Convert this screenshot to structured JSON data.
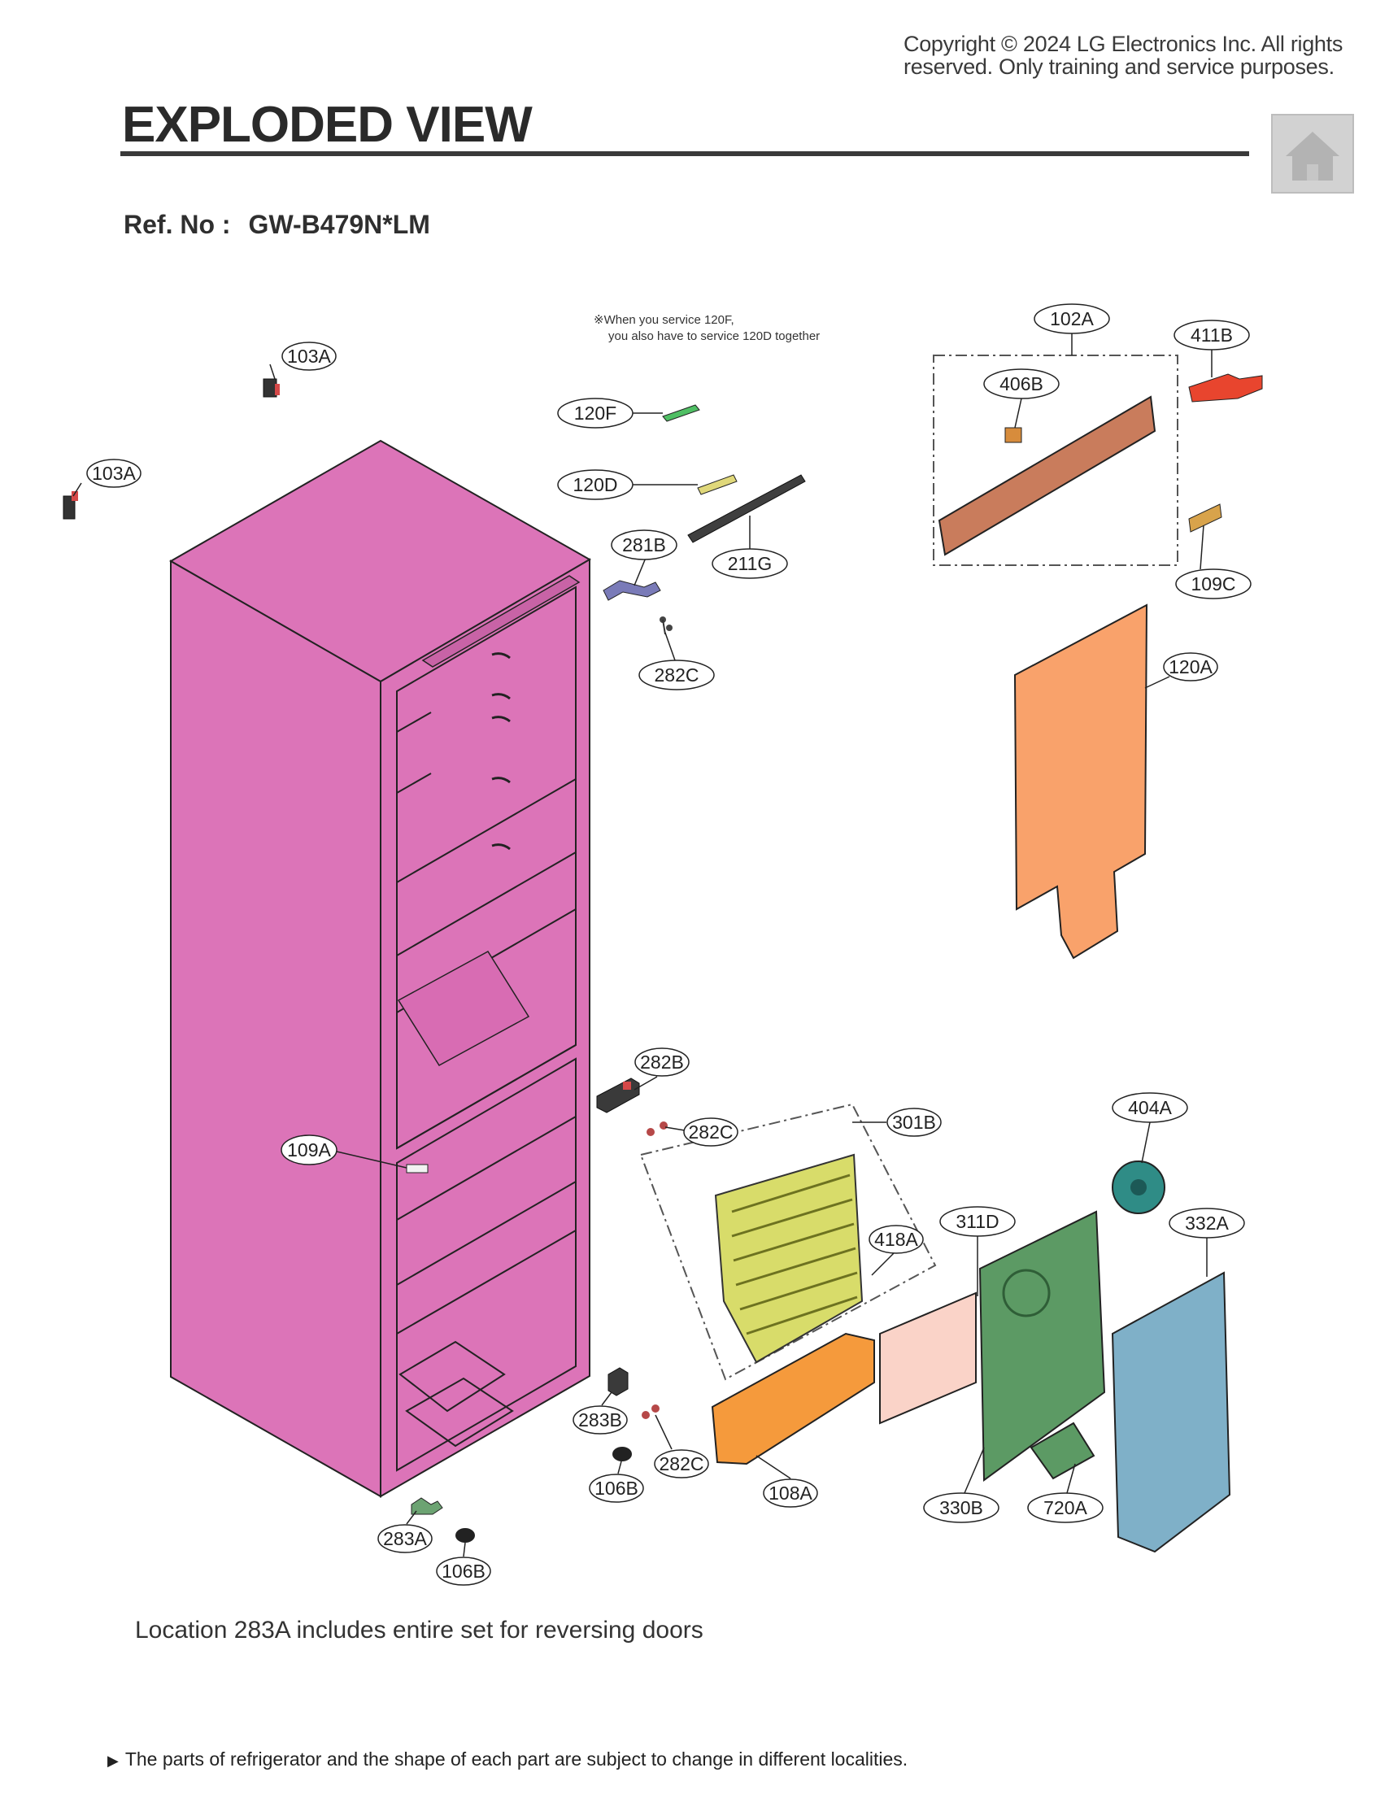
{
  "copyright": {
    "line1": "Copyright ©  2024  LG Electronics Inc. All rights",
    "line2": "reserved. Only training and service purposes."
  },
  "title": "EXPLODED VIEW",
  "ref": {
    "label": "Ref. No :",
    "model": "GW-B479N*LM"
  },
  "service_note": {
    "line1": "※When you service 120F,",
    "line2": "you also have to service 120D together"
  },
  "callouts": {
    "c103A_top": "103A",
    "c103A_left": "103A",
    "c120F": "120F",
    "c120D": "120D",
    "c281B": "281B",
    "c211G": "211G",
    "c282C_top": "282C",
    "c102A": "102A",
    "c411B": "411B",
    "c406B": "406B",
    "c109C": "109C",
    "c120A": "120A",
    "c282B": "282B",
    "c282C_mid": "282C",
    "c301B": "301B",
    "c404A": "404A",
    "c109A": "109A",
    "c311D": "311D",
    "c332A": "332A",
    "c418A": "418A",
    "c283B": "283B",
    "c282C_low": "282C",
    "c106B_mid": "106B",
    "c108A": "108A",
    "c330B": "330B",
    "c720A": "720A",
    "c283A": "283A",
    "c106B_low": "106B"
  },
  "note": "Location 283A includes entire set for reversing doors",
  "footer": "The parts of refrigerator and the shape of each part are subject to change in different localities.",
  "colors": {
    "cabinet": "#dc74b8",
    "panel_120A": "#f9a26b",
    "cover_108A": "#f59a3c",
    "evaporator": "#d8dc6a",
    "shroud_330B": "#5c9a64",
    "panel_332A": "#7fb0c8",
    "fan_404A": "#2f8c86",
    "duct_102A": "#c97c5c",
    "part_411B": "#e8452e",
    "sheet_311D": "#fad3c8"
  },
  "icons": {
    "home": "home-icon",
    "footer_arrow": "triangle-right-icon"
  }
}
